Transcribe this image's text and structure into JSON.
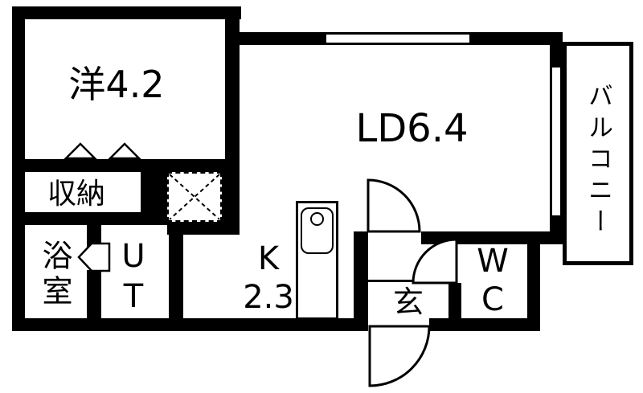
{
  "colors": {
    "wall": "#000000",
    "background": "#ffffff"
  },
  "rooms": {
    "western": {
      "label": "洋4.2"
    },
    "living_dining": {
      "label": "LD6.4"
    },
    "balcony": {
      "label": "バルコニー"
    },
    "closet": {
      "label": "収納"
    },
    "bath": {
      "label": "浴室"
    },
    "utility": {
      "label": "UT"
    },
    "kitchen": {
      "label": "K",
      "area": "2.3"
    },
    "entrance": {
      "label": "玄"
    },
    "toilet": {
      "label": "WC"
    }
  }
}
